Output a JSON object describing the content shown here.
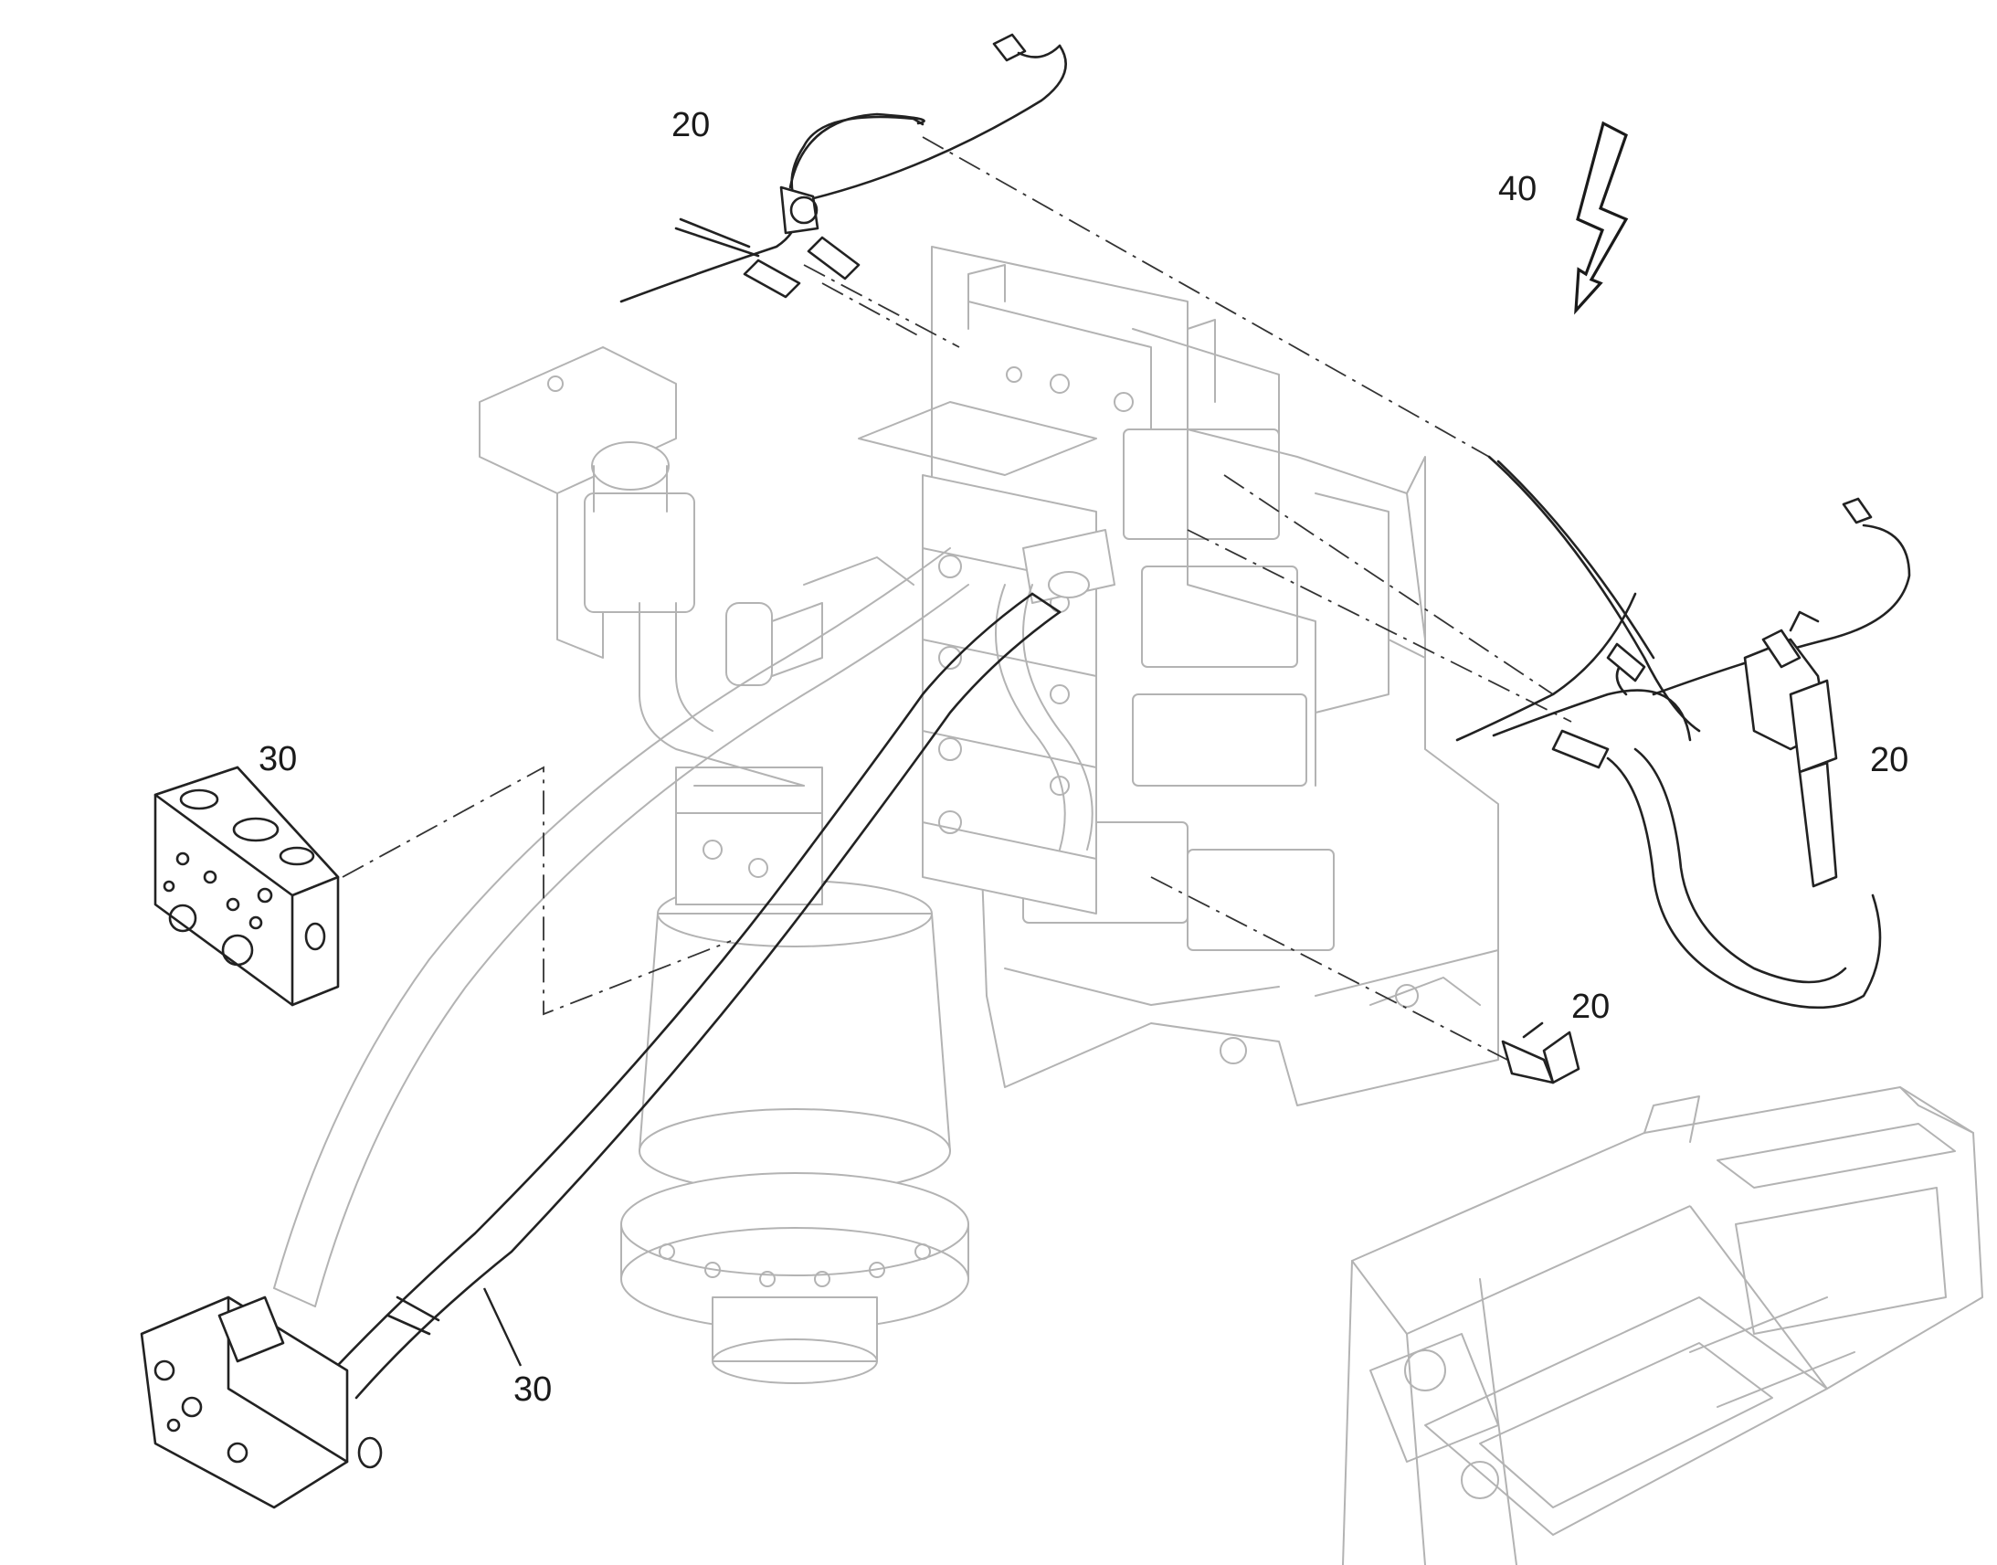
{
  "callouts": {
    "c20_top": "20",
    "c40": "40",
    "c30_block": "30",
    "c20_right": "20",
    "c20_fitting": "20",
    "c30_hose": "30"
  },
  "icons": {
    "revision_marker": "lightning-bolt-icon"
  },
  "colors": {
    "ink": "#222222",
    "ghost_context": "#b3b3b3",
    "background": "#ffffff"
  }
}
